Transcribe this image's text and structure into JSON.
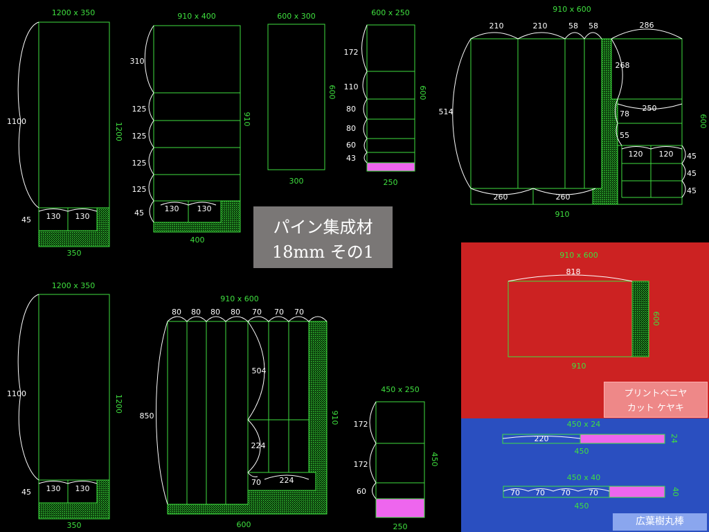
{
  "colors": {
    "line": "#3fe03f",
    "pink": "#ee66ee",
    "red_panel": "#cc2222",
    "blue_panel": "#2a4fc0",
    "dim_white": "#ffffff",
    "title_box": "#7a7776"
  },
  "title_box": {
    "line1": "パイン集成材",
    "line2": "18mm その1"
  },
  "veneer_label": {
    "line1": "プリントベニヤ",
    "line2": "カット ケヤキ"
  },
  "rod_label": "広葉樹丸棒",
  "p1": {
    "size": "1200 x 350",
    "h": "1200",
    "w": "350",
    "brace": "1100",
    "d45": "45",
    "c1": "130",
    "c2": "130"
  },
  "p2": {
    "size": "910 x 400",
    "h": "910",
    "w": "400",
    "d310": "310",
    "d125a": "125",
    "d125b": "125",
    "d125c": "125",
    "d125d": "125",
    "d45": "45",
    "c1": "130",
    "c2": "130"
  },
  "p3": {
    "size": "600 x 300",
    "h": "600",
    "w": "300"
  },
  "p4": {
    "size": "600 x 250",
    "h": "600",
    "w": "250",
    "d172": "172",
    "d110": "110",
    "d80a": "80",
    "d80b": "80",
    "d60": "60",
    "d43": "43"
  },
  "p5": {
    "size": "910 x 600",
    "h": "600",
    "w": "910",
    "t210a": "210",
    "t210b": "210",
    "t58a": "58",
    "t58b": "58",
    "t286": "286",
    "d514": "514",
    "d268": "268",
    "d250": "250",
    "d78": "78",
    "d55": "55",
    "d120a": "120",
    "d120b": "120",
    "d45a": "45",
    "d45b": "45",
    "d45c": "45",
    "b260a": "260",
    "b260b": "260"
  },
  "p6": {
    "size": "1200 x 350",
    "h": "1200",
    "w": "350",
    "brace": "1100",
    "d45": "45",
    "c1": "130",
    "c2": "130"
  },
  "p7": {
    "size": "910 x 600",
    "h": "910",
    "w": "600",
    "t80a": "80",
    "t80b": "80",
    "t80c": "80",
    "t80d": "80",
    "t70a": "70",
    "t70b": "70",
    "t70c": "70",
    "d850": "850",
    "d504": "504",
    "d224a": "224",
    "d70": "70",
    "d224b": "224"
  },
  "p8": {
    "size": "450 x 250",
    "h": "450",
    "w": "250",
    "d172a": "172",
    "d172b": "172",
    "d60": "60"
  },
  "p9": {
    "size": "910 x 600",
    "h": "600",
    "w": "910",
    "d818": "818"
  },
  "p10": {
    "size": "450 x 24",
    "w": "450",
    "h": "24",
    "d220": "220"
  },
  "p11": {
    "size": "450 x 40",
    "w": "450",
    "h": "40",
    "d70a": "70",
    "d70b": "70",
    "d70c": "70",
    "d70d": "70"
  }
}
